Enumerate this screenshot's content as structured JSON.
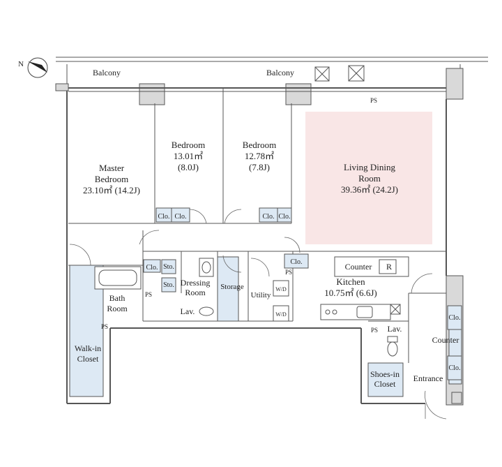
{
  "colors": {
    "highlight": "#f9e6e6",
    "closet": "#dde9f4",
    "wall": "#d9d9d9",
    "line": "#555555"
  },
  "compass": {
    "label": "N"
  },
  "balconies": {
    "left": "Balcony",
    "right": "Balcony"
  },
  "rooms": {
    "master": {
      "line1": "Master",
      "line2": "Bedroom",
      "area": "23.10㎡ (14.2J)"
    },
    "bed1": {
      "name": "Bedroom",
      "area": "13.01㎡",
      "jo": "(8.0J)"
    },
    "bed2": {
      "name": "Bedroom",
      "area": "12.78㎡",
      "jo": "(7.8J)"
    },
    "ldr": {
      "line1": "Living Dining",
      "line2": "Room",
      "area": "39.36㎡ (24.2J)"
    },
    "kitchen": {
      "name": "Kitchen",
      "area": "10.75㎡ (6.6J)"
    },
    "bath": {
      "line1": "Bath",
      "line2": "Room"
    },
    "dressing": {
      "line1": "Dressing",
      "line2": "Room"
    },
    "lav1": "Lav.",
    "lav2": "Lav.",
    "storage": "Storage",
    "utility": "Utility",
    "wic": {
      "line1": "Walk-in",
      "line2": "Closet"
    },
    "shoes": {
      "line1": "Shoes-in",
      "line2": "Closet"
    },
    "entrance": "Entrance"
  },
  "tags": {
    "clo": "Clo.",
    "sto": "Sto.",
    "ps": "PS",
    "counter": "Counter",
    "r": "R",
    "wd": "W/D"
  }
}
